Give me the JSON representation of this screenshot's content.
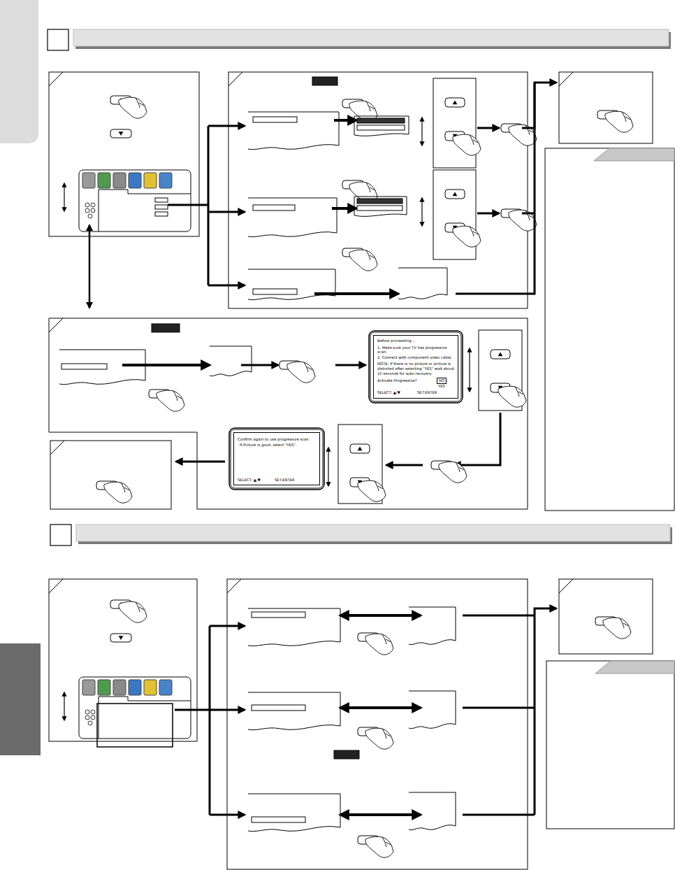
{
  "diagram": {
    "nodes": [
      {
        "text": [
          "Before proceeding...",
          "1. Make sure your TV has progressive scan.",
          "2. Connect with component video cable.",
          "NOTE: If there is no picture or picture is distorted after selecting \"YES\" wait about 15 seconds for auto recovery.",
          "Activate Progressive?",
          "NO",
          "YES",
          "SELECT: ▲/▼",
          "SET:ENTER"
        ]
      },
      {
        "text": [
          "Confirm again to use progressive scan.",
          "If Picture is good, select \"YES\".",
          "SELECT: ▲/▼",
          "SET:ENTER"
        ]
      }
    ]
  }
}
